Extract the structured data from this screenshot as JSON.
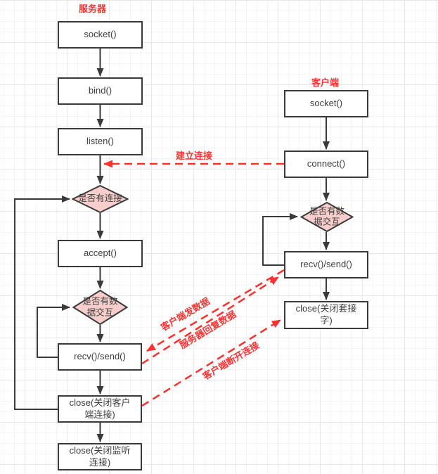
{
  "server": {
    "title": "服务器",
    "socket": "socket()",
    "bind": "bind()",
    "listen": "listen()",
    "has_connection": "是否有连接",
    "accept": "accept()",
    "has_data": "是否有数据交互",
    "recv_send": "recv()/send()",
    "close_client": "close(关闭客户端连接)",
    "close_listen": "close(关闭监听连接)"
  },
  "client": {
    "title": "客户端",
    "socket": "socket()",
    "connect": "connect()",
    "has_data": "是否有数据交互",
    "recv_send": "recv()/send()",
    "close_socket": "close(关闭套接字)"
  },
  "connections": {
    "establish": "建立连接",
    "client_send": "客户端发数据",
    "server_reply": "服务器回复数据",
    "client_disconnect": "客户端断开连接"
  },
  "colors": {
    "accent_red": "#ff3333",
    "node_border": "#3a3a3a",
    "diamond_fill": "#f8cecc",
    "text": "#3d3d3d"
  }
}
